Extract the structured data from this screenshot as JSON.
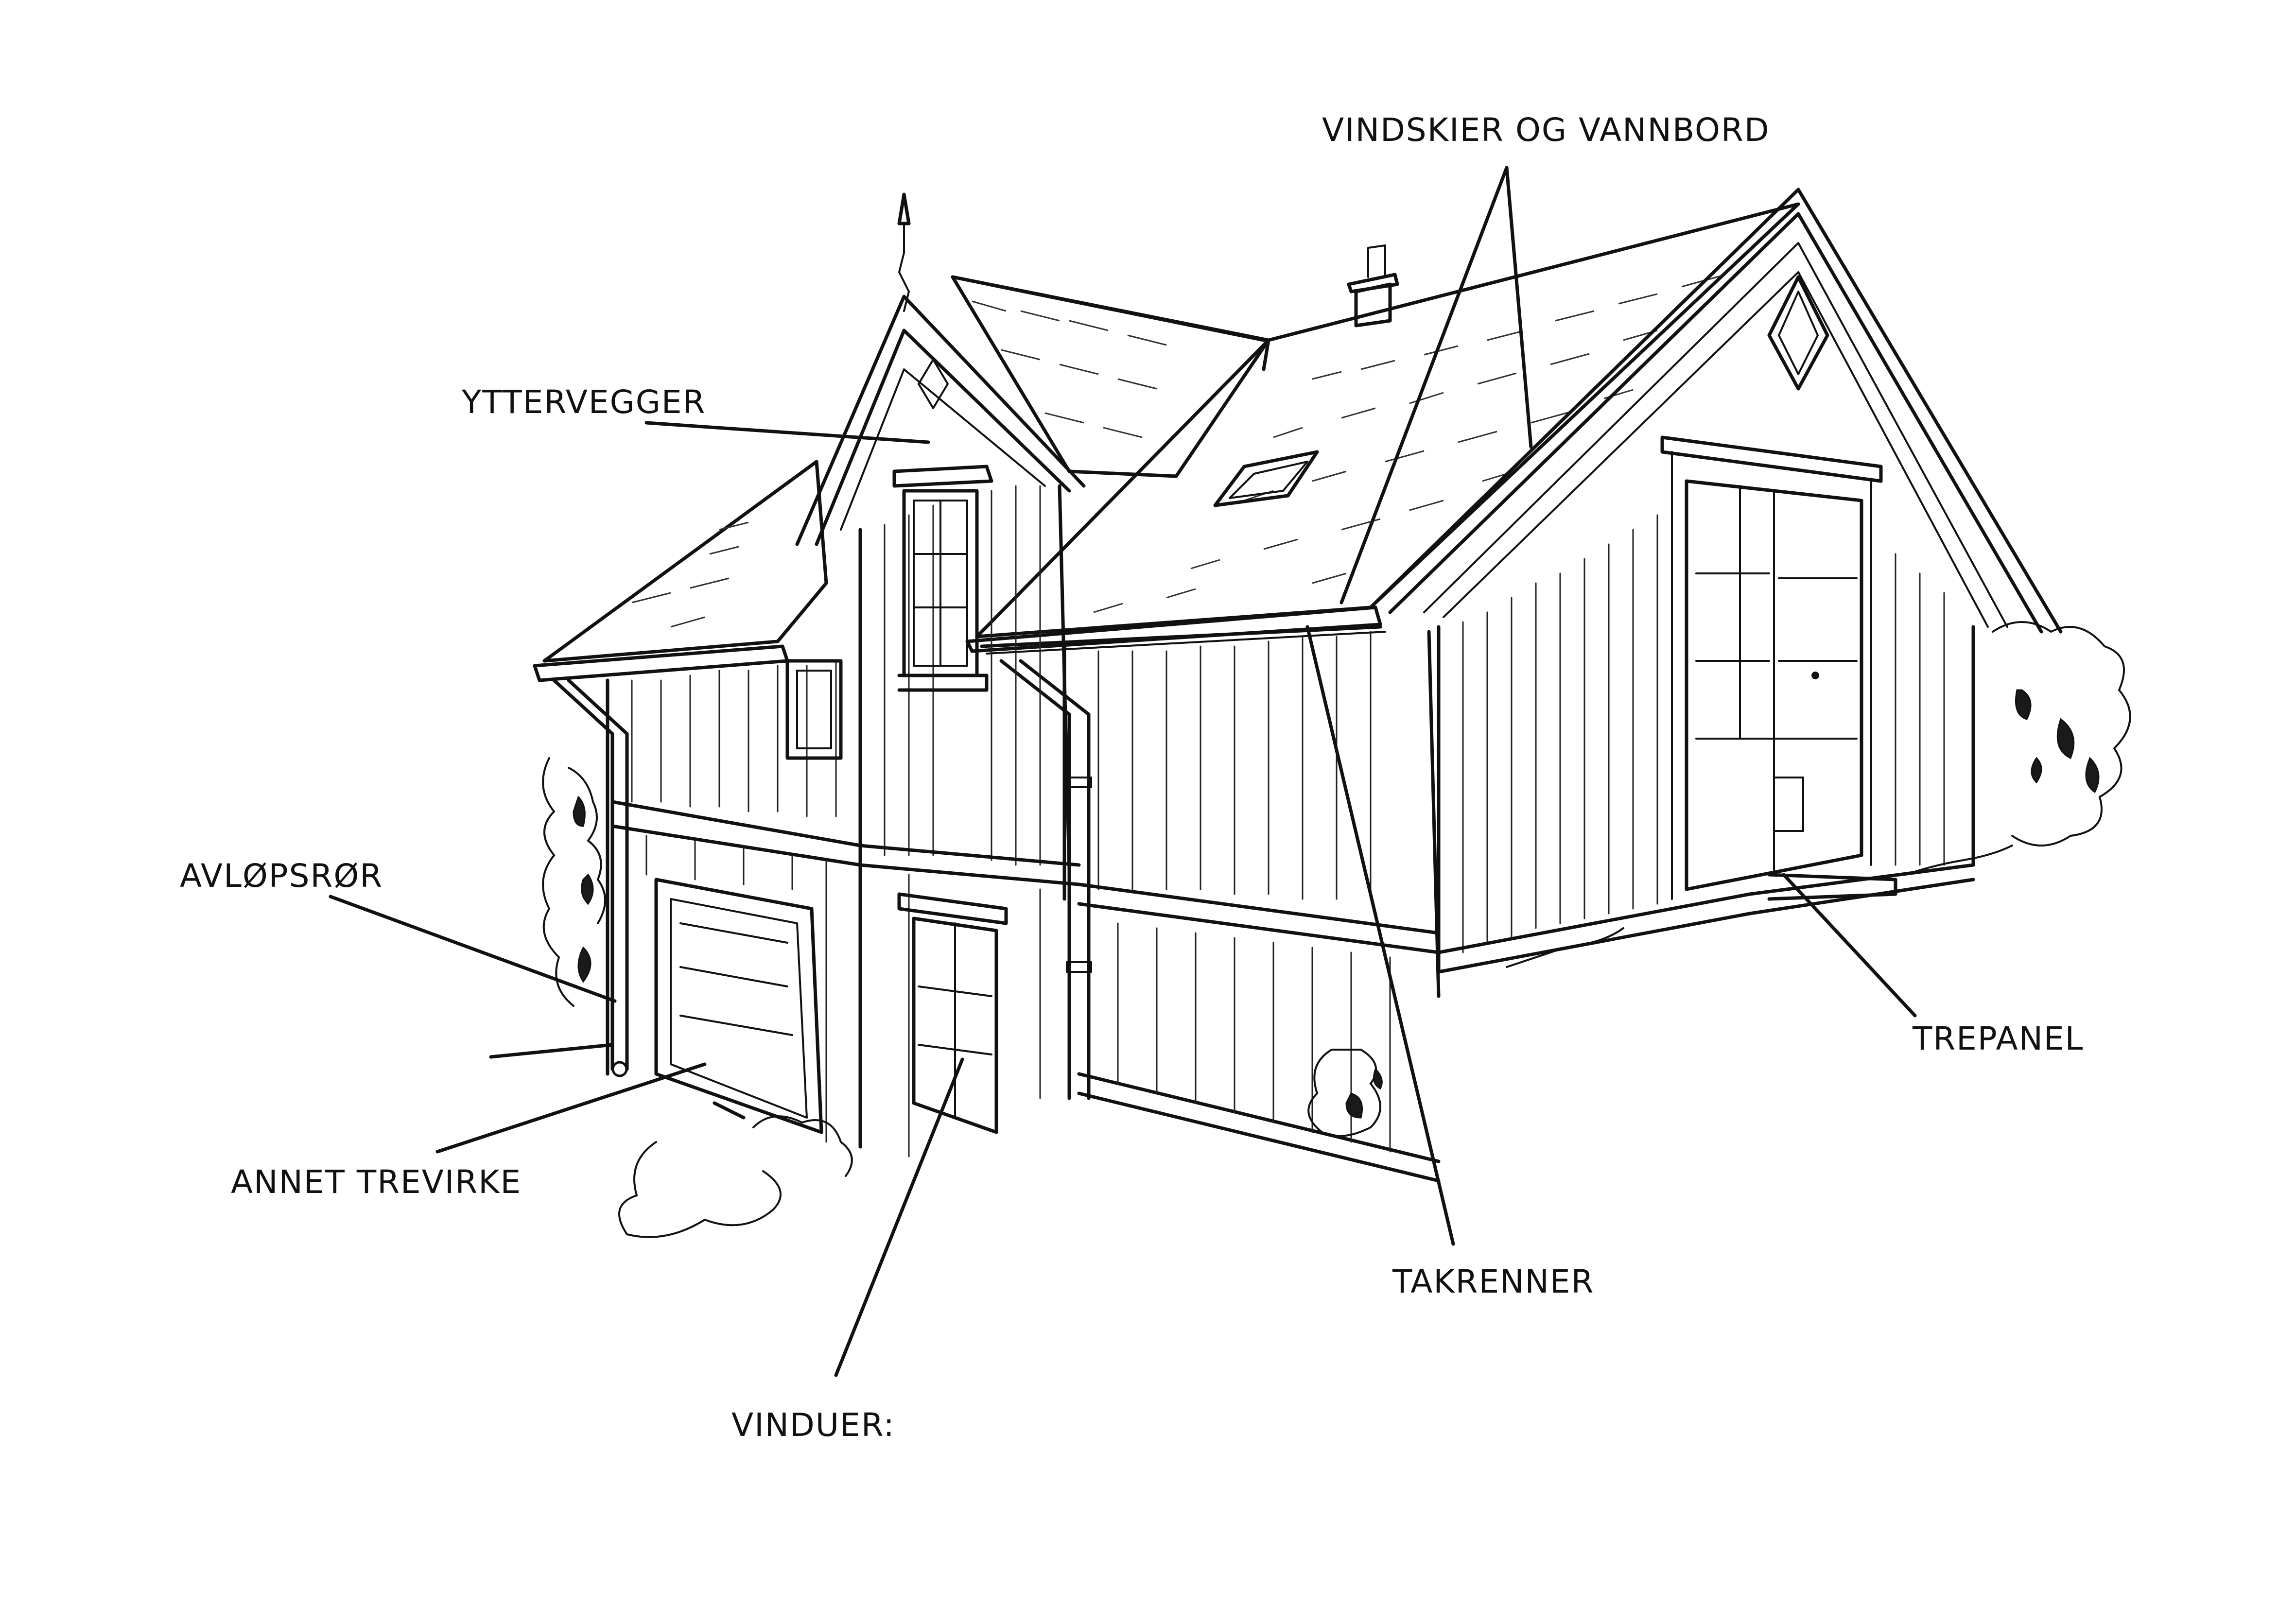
{
  "labels": {
    "vindskier": "VINDSKIER OG VANNBORD",
    "yttervegger": "YTTERVEGGER",
    "avlopsror": "AVLØPSRØR",
    "annet_trevirke": "ANNET TREVIRKE",
    "vinduer": "VINDUER:",
    "takrenner": "TAKRENNER",
    "trepanel": "TREPANEL"
  },
  "colors": {
    "ink": "#111111",
    "paper": "#ffffff"
  }
}
